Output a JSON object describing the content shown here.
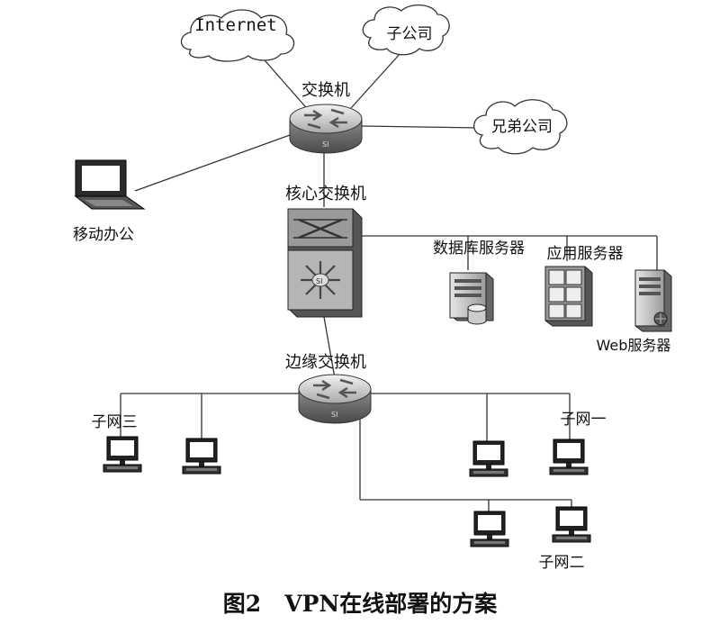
{
  "clouds": {
    "internet": "Internet",
    "subsidiary": "子公司",
    "sibling": "兄弟公司"
  },
  "devices": {
    "switch": "交换机",
    "core_switch": "核心交换机",
    "edge_switch": "边缘交换机",
    "mobile_office": "移动办公",
    "db_server": "数据库服务器",
    "app_server": "应用服务器",
    "web_server": "Web服务器"
  },
  "subnets": {
    "subnet3": "子网三",
    "subnet1": "子网一",
    "subnet2": "子网二"
  },
  "caption": "图2   VPN在线部署的方案"
}
